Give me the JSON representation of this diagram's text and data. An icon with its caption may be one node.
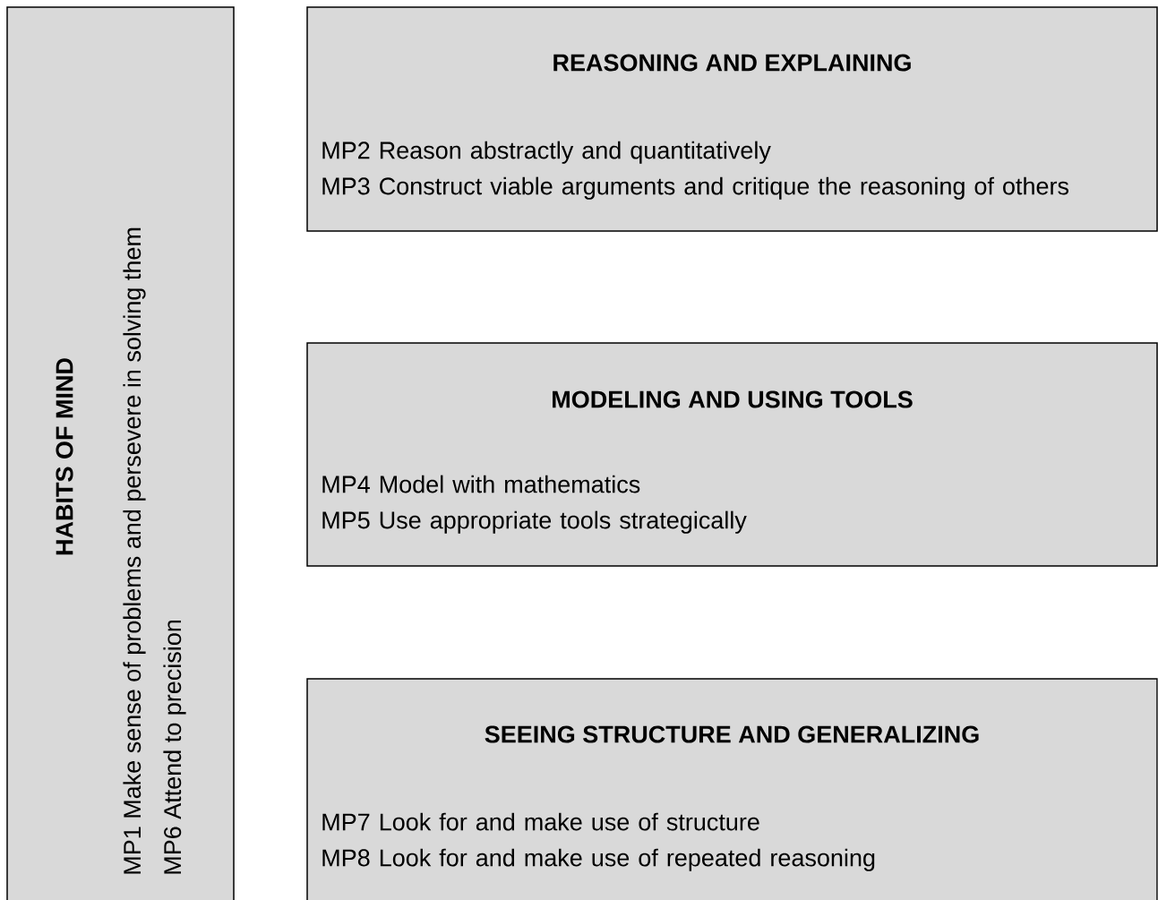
{
  "diagram": {
    "nodes": [
      {
        "text": [
          "HABITS OF MIND",
          "MP1 Make sense of problems and persevere in solving them",
          "MP6 Attend to precision"
        ]
      },
      {
        "text": [
          "REASONING AND EXPLAINING",
          "MP2 Reason abstractly and quantitatively",
          "MP3 Construct viable arguments and critique the reasoning of others"
        ]
      },
      {
        "text": [
          "MODELING AND USING TOOLS",
          "MP4 Model with mathematics",
          "MP5 Use appropriate tools strategically"
        ]
      },
      {
        "text": [
          "SEEING STRUCTURE AND GENERALIZING",
          "MP7 Look for and make use of structure",
          "MP8 Look for and make use of repeated reasoning"
        ]
      }
    ]
  }
}
